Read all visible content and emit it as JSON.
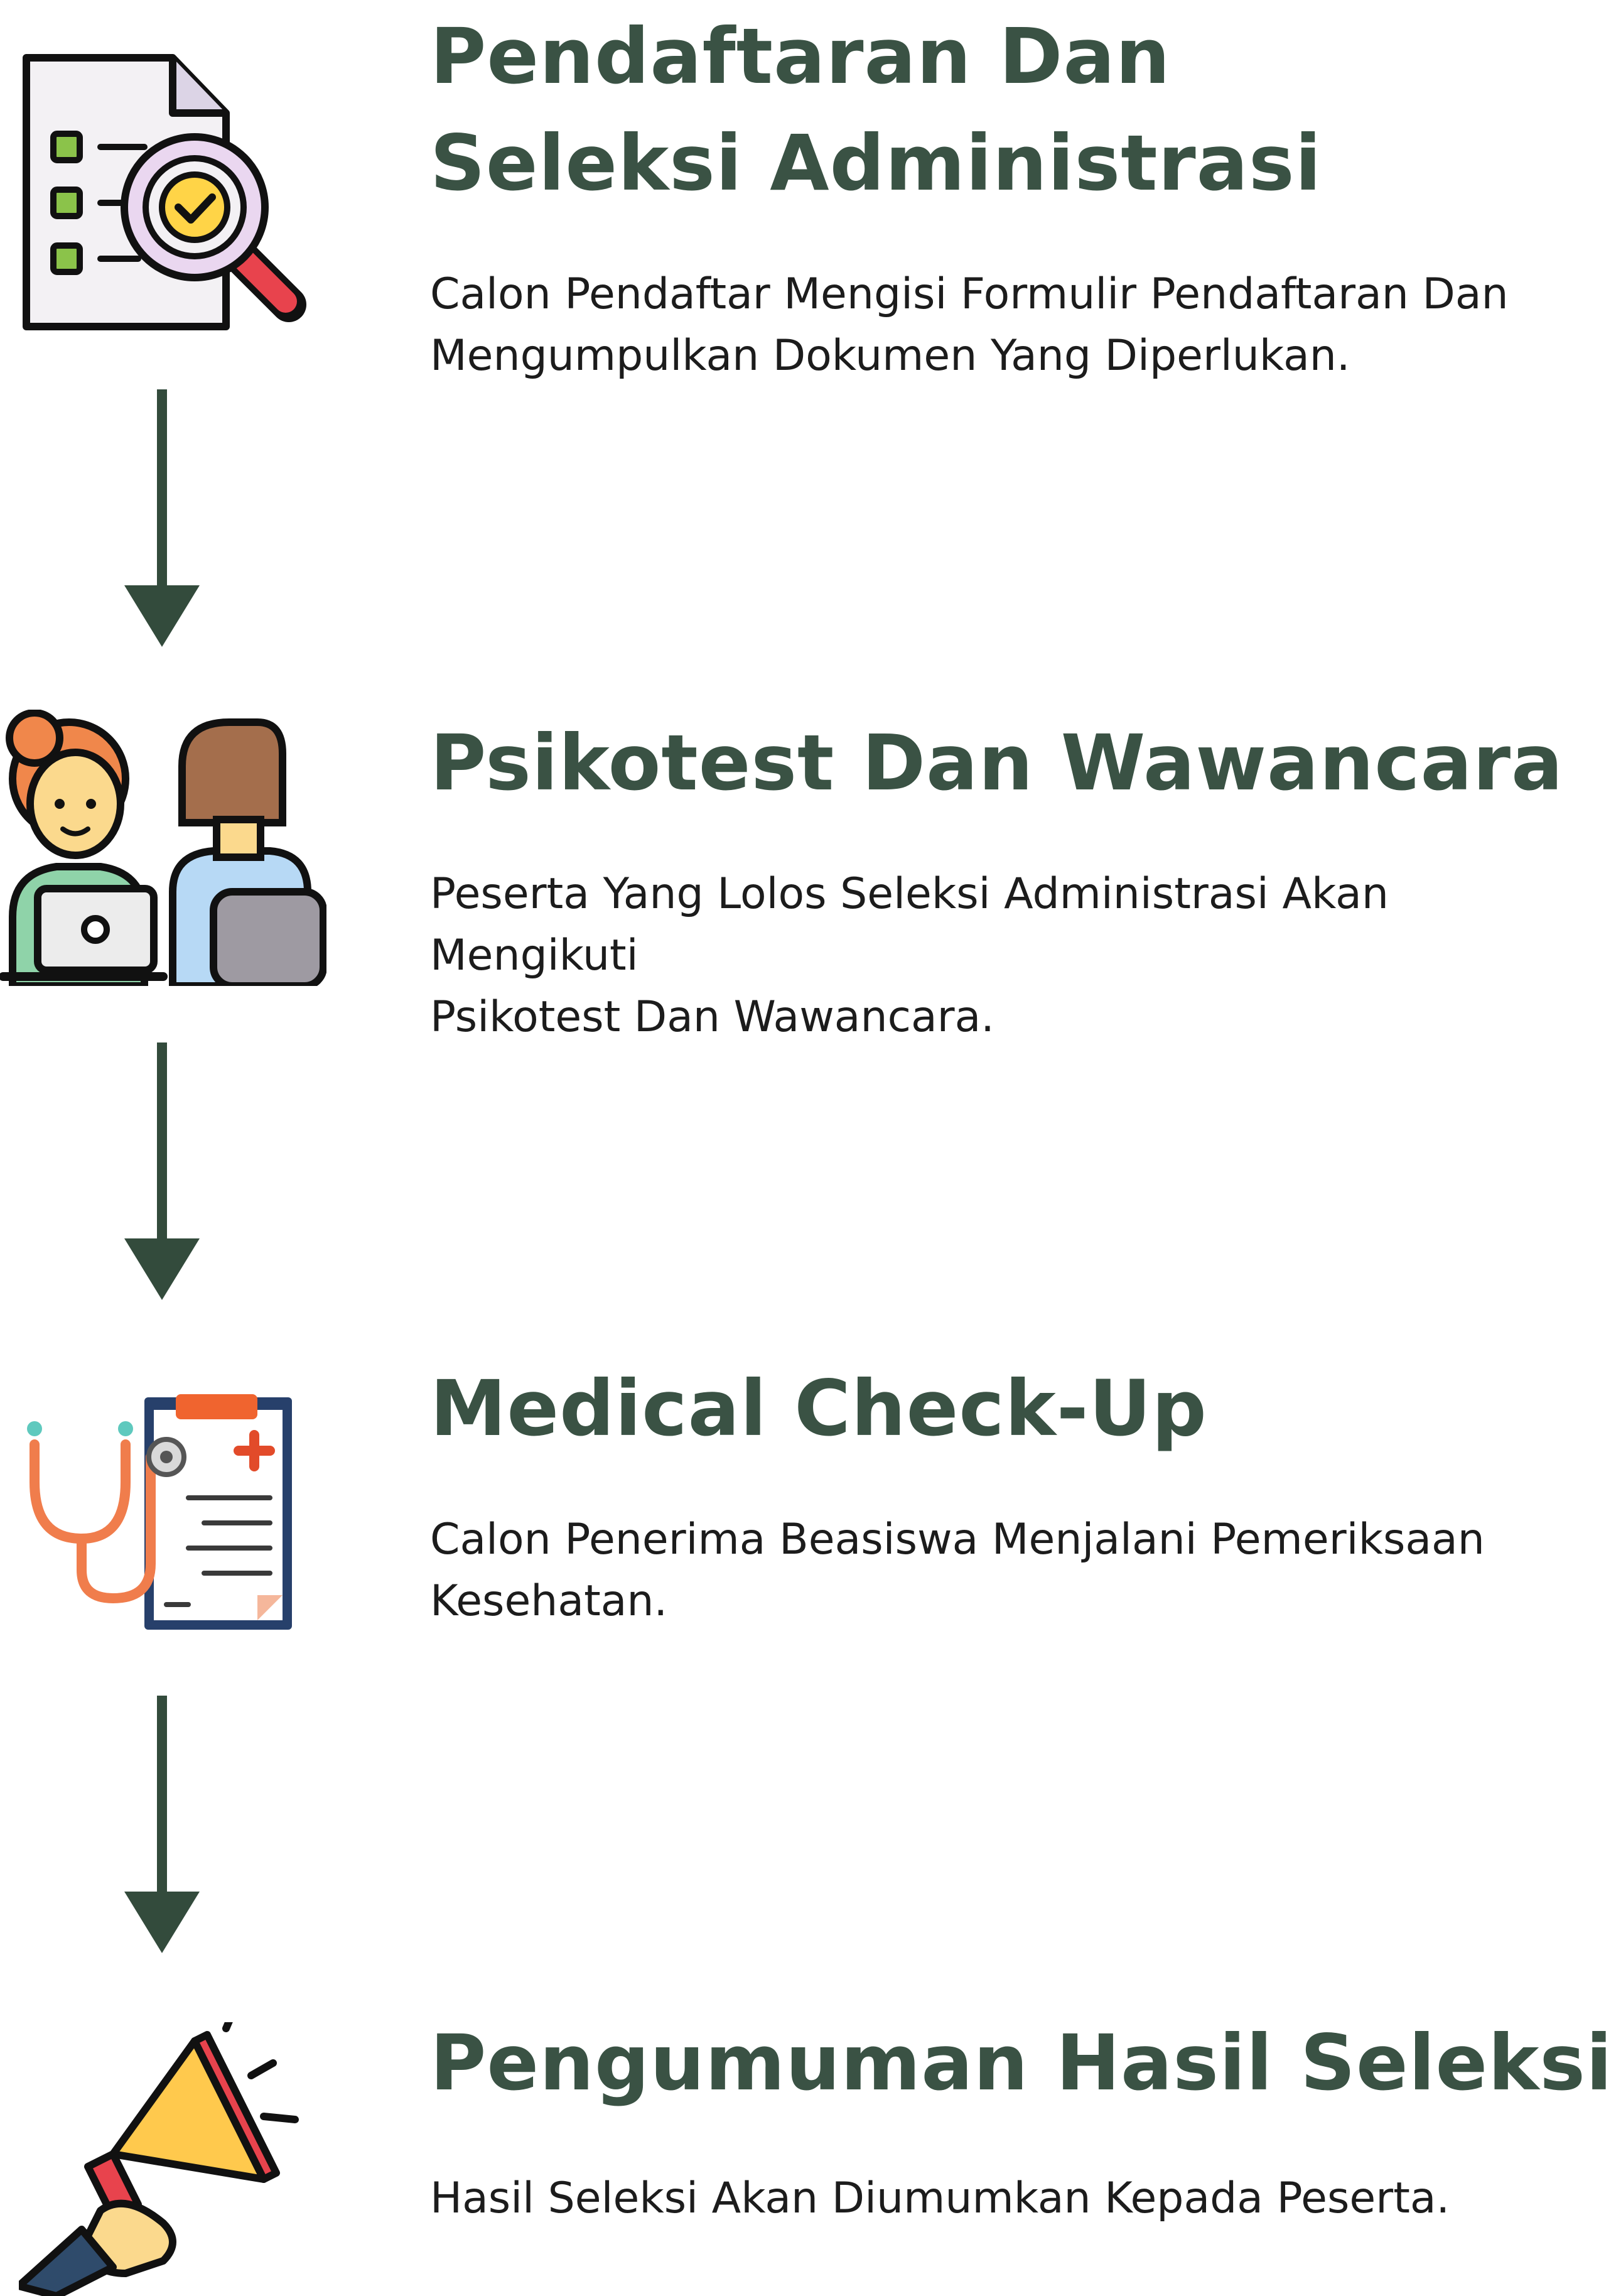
{
  "steps": [
    {
      "title_line1": "Pendaftaran Dan",
      "title_line2": "Seleksi Administrasi",
      "desc_line1": "Calon Pendaftar Mengisi Formulir Pendaftaran Dan",
      "desc_line2": "Mengumpulkan Dokumen Yang Diperlukan.",
      "icon": "document-search-icon"
    },
    {
      "title_line1": "Psikotest Dan Wawancara",
      "desc_line1": "Peserta Yang Lolos Seleksi Administrasi Akan Mengikuti",
      "desc_line2": "Psikotest Dan Wawancara.",
      "icon": "interview-icon"
    },
    {
      "title_line1": "Medical Check-Up",
      "desc_line1": "Calon Penerima Beasiswa Menjalani Pemeriksaan",
      "desc_line2": "Kesehatan.",
      "icon": "medical-clipboard-icon"
    },
    {
      "title_line1": "Pengumuman Hasil Seleksi",
      "desc_line1": "Hasil Seleksi Akan Diumumkan Kepada Peserta.",
      "icon": "megaphone-icon"
    }
  ],
  "colors": {
    "title": "#3a5244",
    "text": "#1c1c1c",
    "arrow": "#334b3c"
  }
}
